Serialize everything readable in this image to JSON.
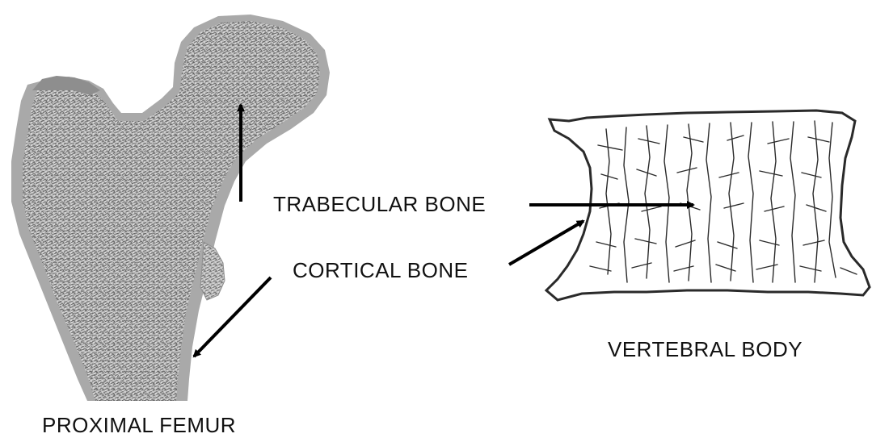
{
  "labels": {
    "trabecular": "TRABECULAR BONE",
    "cortical": "CORTICAL BONE",
    "vertebral": "VERTEBRAL BODY",
    "femur": "PROXIMAL FEMUR"
  },
  "colors": {
    "background": "#ffffff",
    "cortical_shell": "#a9a9a9",
    "femur_trabecular": "#bcbcbc",
    "vertebra_fill": "#ffffff",
    "vertebra_strut": "#2a2a2a",
    "arrow": "#000000",
    "text": "#111111"
  }
}
